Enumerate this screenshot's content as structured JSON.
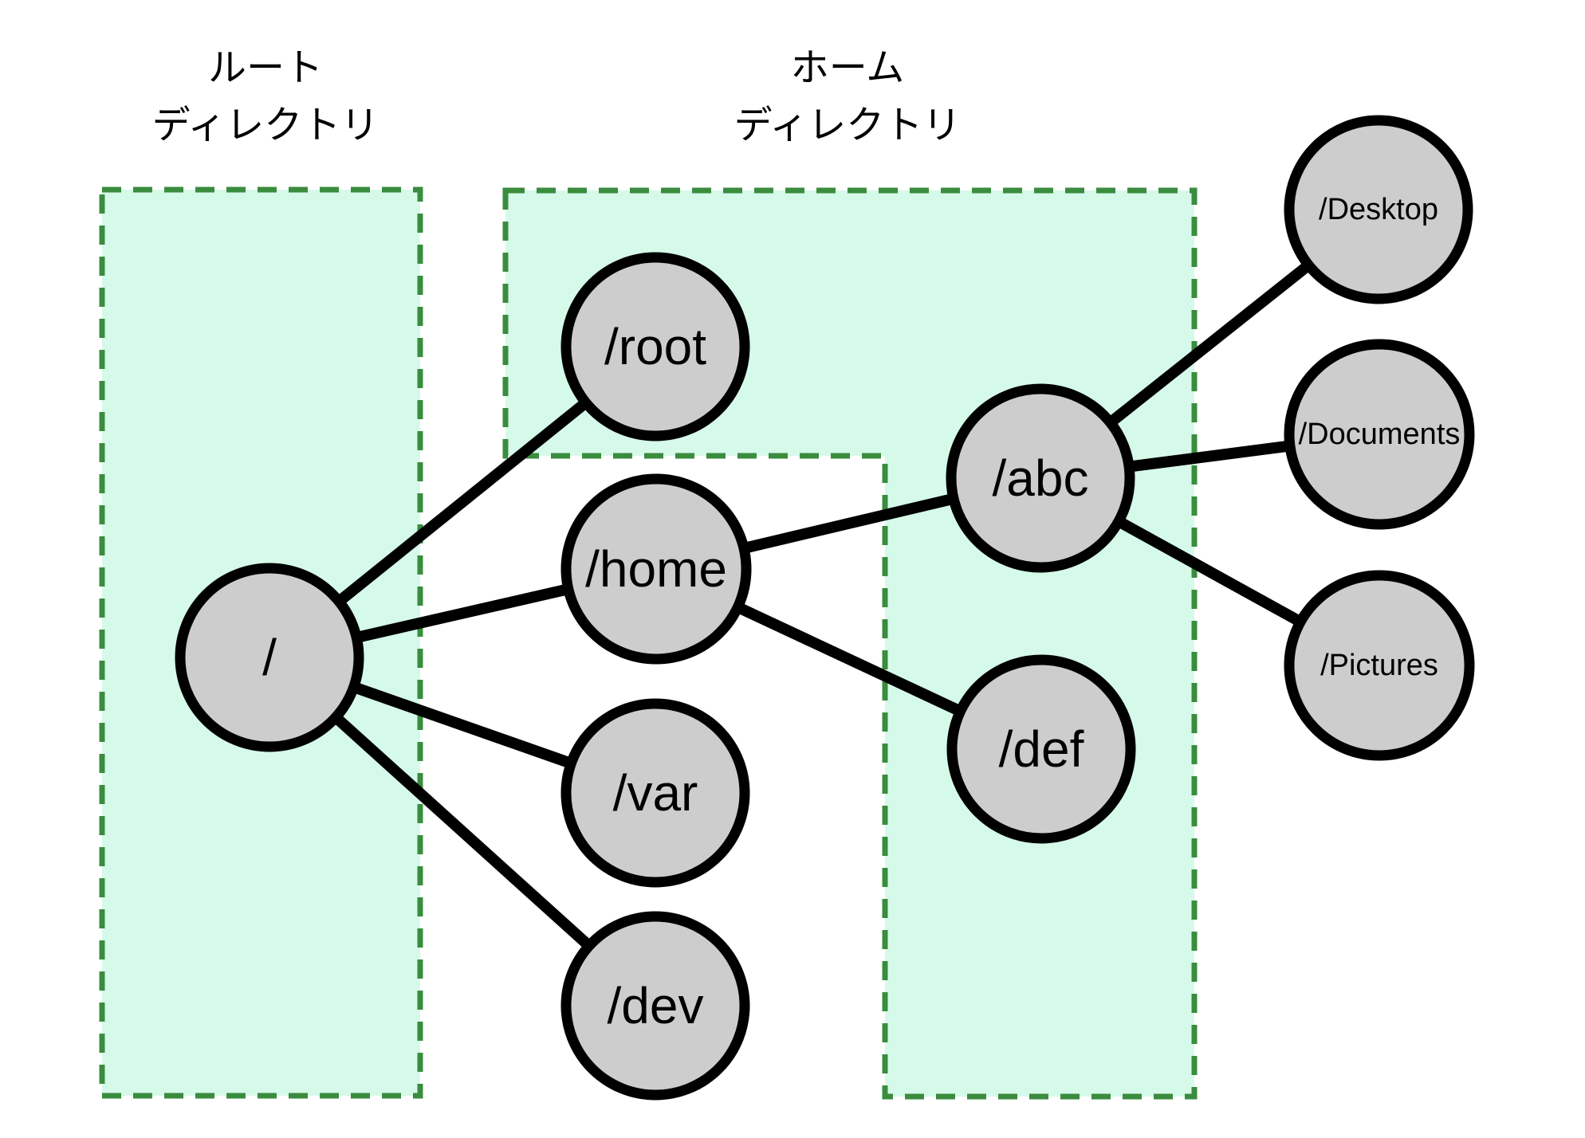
{
  "diagram": {
    "title_implicit": "Linux filesystem directory tree",
    "colors": {
      "background": "#ffffff",
      "region_fill": "#d6fae9",
      "region_border": "#3a8c3e",
      "node_fill": "#cdcdcd",
      "node_border": "#000000",
      "edge": "#000000",
      "text": "#000000"
    },
    "captions": {
      "root_region": {
        "line1": "ルート",
        "line2": "ディレクトリ"
      },
      "home_region": {
        "line1": "ホーム",
        "line2": "ディレクトリ"
      }
    },
    "nodes": [
      {
        "id": "slash",
        "label": "/"
      },
      {
        "id": "root",
        "label": "/root"
      },
      {
        "id": "home",
        "label": "/home"
      },
      {
        "id": "var",
        "label": "/var"
      },
      {
        "id": "dev",
        "label": "/dev"
      },
      {
        "id": "abc",
        "label": "/abc"
      },
      {
        "id": "def",
        "label": "/def"
      },
      {
        "id": "desktop",
        "label": "/Desktop"
      },
      {
        "id": "documents",
        "label": "/Documents"
      },
      {
        "id": "pictures",
        "label": "/Pictures"
      }
    ],
    "edges": [
      {
        "from": "/",
        "to": "/root"
      },
      {
        "from": "/",
        "to": "/home"
      },
      {
        "from": "/",
        "to": "/var"
      },
      {
        "from": "/",
        "to": "/dev"
      },
      {
        "from": "/home",
        "to": "/abc"
      },
      {
        "from": "/home",
        "to": "/def"
      },
      {
        "from": "/abc",
        "to": "/Desktop"
      },
      {
        "from": "/abc",
        "to": "/Documents"
      },
      {
        "from": "/abc",
        "to": "/Pictures"
      }
    ]
  }
}
